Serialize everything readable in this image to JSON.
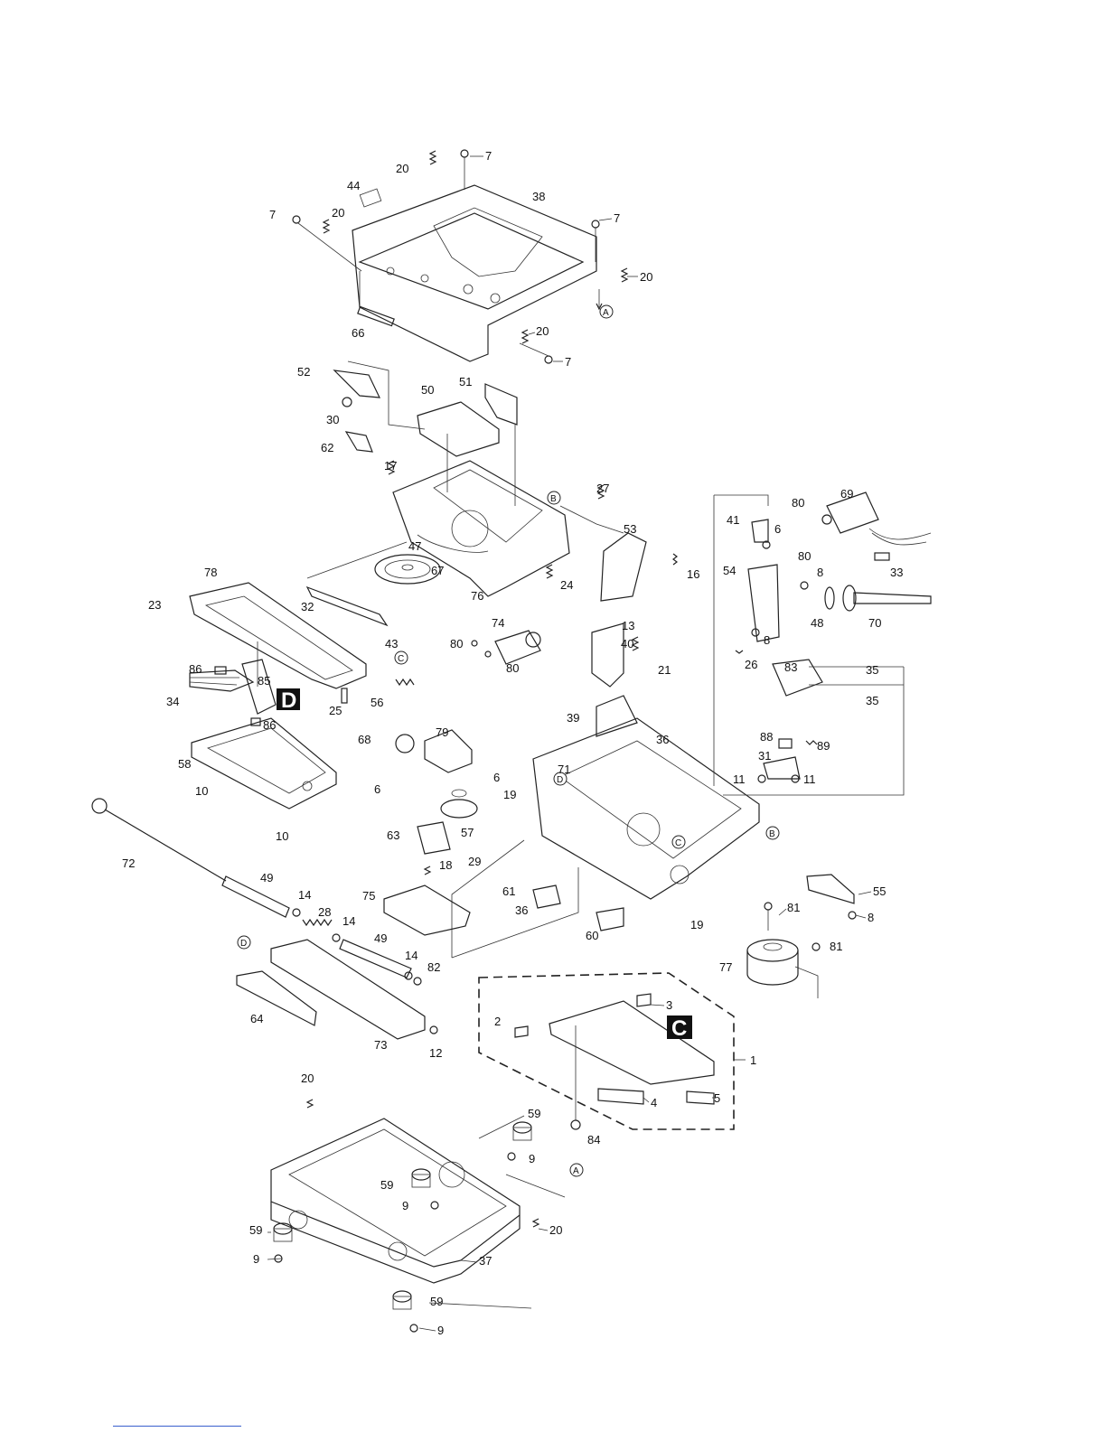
{
  "callouts": {
    "c": "C",
    "d": "D"
  },
  "refs": {
    "a": "A",
    "b": "B",
    "c": "C",
    "d": "D"
  },
  "labels": {
    "n1": "1",
    "n2": "2",
    "n3": "3",
    "n4": "4",
    "n5": "5",
    "n6": "6",
    "n7": "7",
    "n8": "8",
    "n9": "9",
    "n10": "10",
    "n11": "11",
    "n12": "12",
    "n13": "13",
    "n14": "14",
    "n16": "16",
    "n17": "17",
    "n18": "18",
    "n19": "19",
    "n20": "20",
    "n21": "21",
    "n23": "23",
    "n24": "24",
    "n25": "25",
    "n26": "26",
    "n27": "27",
    "n28": "28",
    "n29": "29",
    "n30": "30",
    "n31": "31",
    "n32": "32",
    "n33": "33",
    "n34": "34",
    "n35": "35",
    "n36": "36",
    "n37": "37",
    "n38": "38",
    "n39": "39",
    "n40": "40",
    "n41": "41",
    "n43": "43",
    "n44": "44",
    "n47": "47",
    "n48": "48",
    "n49": "49",
    "n50": "50",
    "n51": "51",
    "n52": "52",
    "n53": "53",
    "n54": "54",
    "n55": "55",
    "n56": "56",
    "n57": "57",
    "n58": "58",
    "n59": "59",
    "n60": "60",
    "n61": "61",
    "n62": "62",
    "n63": "63",
    "n64": "64",
    "n66": "66",
    "n67": "67",
    "n68": "68",
    "n69": "69",
    "n70": "70",
    "n71": "71",
    "n72": "72",
    "n73": "73",
    "n74": "74",
    "n75": "75",
    "n76": "76",
    "n77": "77",
    "n78": "78",
    "n79": "79",
    "n80": "80",
    "n81": "81",
    "n82": "82",
    "n83": "83",
    "n84": "84",
    "n85": "85",
    "n86": "86",
    "n88": "88",
    "n89": "89"
  }
}
